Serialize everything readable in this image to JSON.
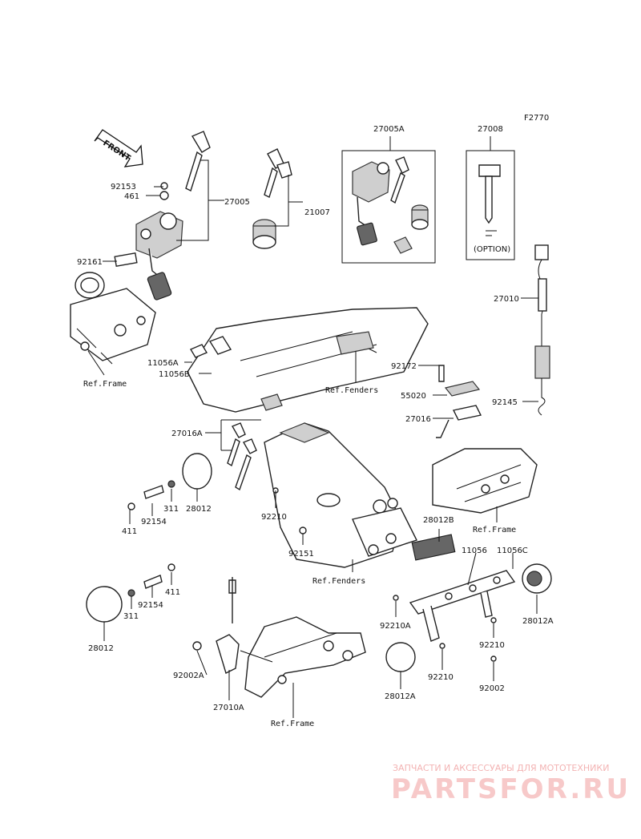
{
  "diagram": {
    "figure_code": "F2770",
    "front_marker": "FRONT",
    "option_note": "(OPTION)",
    "ref_frame": "Ref.Frame",
    "ref_fenders": "Ref.Fenders",
    "parts": {
      "p92153": "92153",
      "p461": "461",
      "p27005": "27005",
      "p21007": "21007",
      "p27005A": "27005A",
      "p27008": "27008",
      "p92161": "92161",
      "p27010": "27010",
      "p11056A": "11056A",
      "p11056B": "11056B",
      "p92172": "92172",
      "p55020": "55020",
      "p92145": "92145",
      "p27016": "27016",
      "p27016A": "27016A",
      "p92210": "92210",
      "p92154": "92154",
      "p311": "311",
      "p28012": "28012",
      "p411": "411",
      "p28012B": "28012B",
      "p92151": "92151",
      "p11056": "11056",
      "p11056C": "11056C",
      "p92210A": "92210A",
      "p28012A": "28012A",
      "p92002": "92002",
      "p92002A": "92002A",
      "p27010A": "27010A"
    }
  },
  "watermark": {
    "tagline": "ЗАПЧАСТИ И АКСЕССУАРЫ ДЛЯ МОТОТЕХНИКИ",
    "brand": "PARTSFOR.RU"
  }
}
